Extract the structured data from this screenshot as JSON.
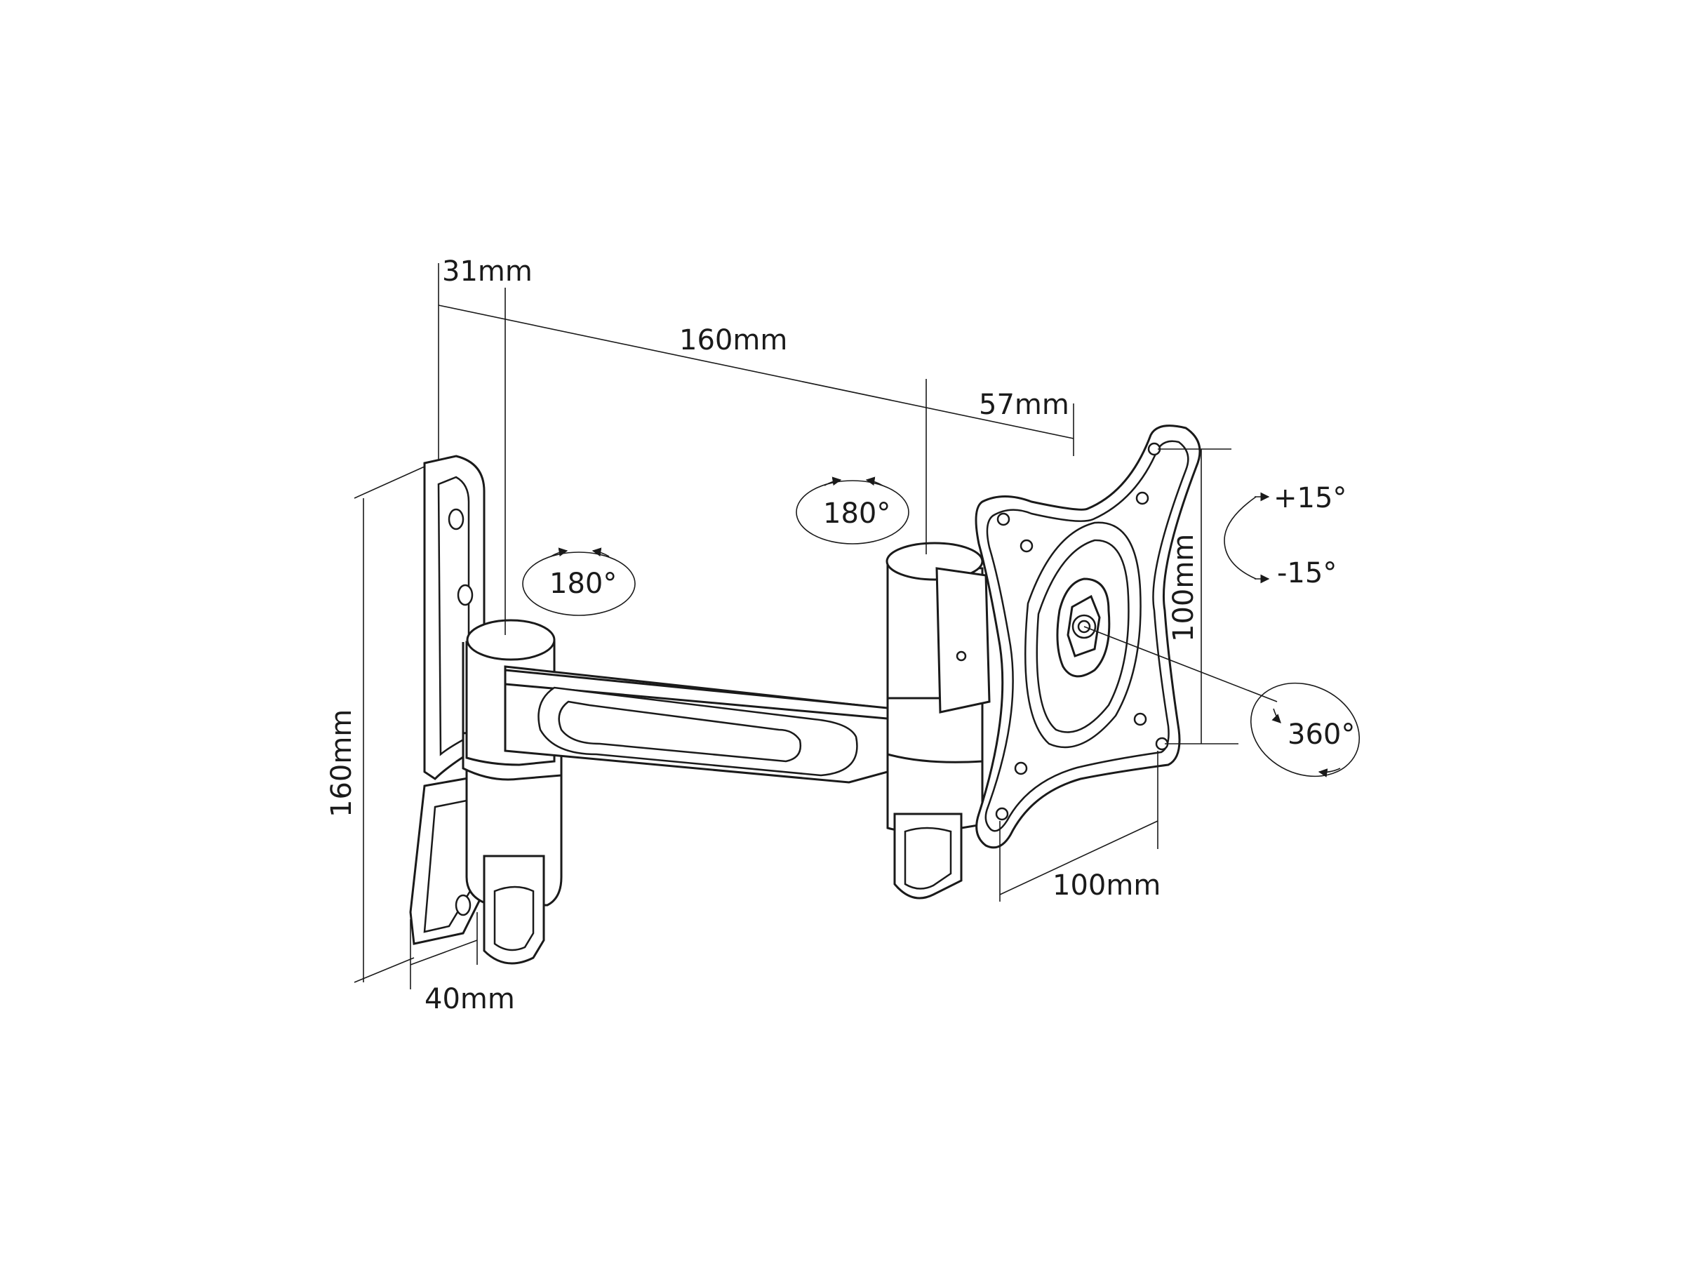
{
  "diagram": {
    "dimensions": {
      "plate_offset": "31mm",
      "arm_length": "160mm",
      "head_depth": "57mm",
      "wall_plate_height": "160mm",
      "wall_plate_depth": "40mm",
      "vesa_height": "100mm",
      "vesa_width": "100mm"
    },
    "rotations": {
      "wall_swivel": "180°",
      "arm_swivel": "180°",
      "tilt_up": "+15°",
      "tilt_down": "-15°",
      "rotation": "360°"
    }
  }
}
